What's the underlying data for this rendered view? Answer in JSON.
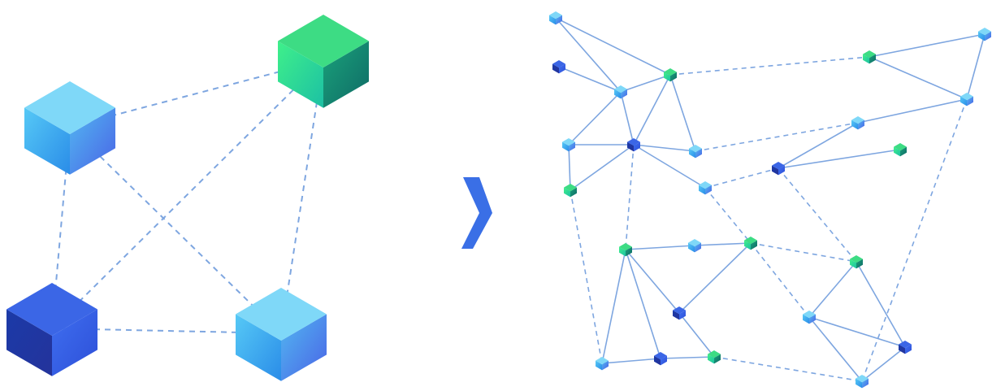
{
  "palette": {
    "blue_top": "#7fd8f8",
    "blue_left": "#2aa7ee",
    "blue_right": "#4f72ea",
    "navy_top": "#3b66e6",
    "navy_left": "#1e3fb0",
    "navy_right": "#2f58e2",
    "green_top": "#3ddc84",
    "green_left": "#22c97a",
    "green_right": "#137a6a",
    "edge_color": "#7ea6e0",
    "arrow_color": "#3a6fe6"
  },
  "centralized": {
    "nodes": [
      {
        "id": "c1",
        "type": "blue"
      },
      {
        "id": "c2",
        "type": "green"
      },
      {
        "id": "c3",
        "type": "navy"
      },
      {
        "id": "c4",
        "type": "blue"
      }
    ],
    "links": [
      [
        "c1",
        "c2"
      ],
      [
        "c1",
        "c3"
      ],
      [
        "c1",
        "c4"
      ],
      [
        "c2",
        "c3"
      ],
      [
        "c2",
        "c4"
      ],
      [
        "c3",
        "c4"
      ]
    ]
  },
  "transition": {
    "icon": "chevron-right-icon"
  },
  "network": {
    "nodes": [
      {
        "id": "n1",
        "type": "blue"
      },
      {
        "id": "n2",
        "type": "navy"
      },
      {
        "id": "n3",
        "type": "blue"
      },
      {
        "id": "n4",
        "type": "green"
      },
      {
        "id": "n5",
        "type": "blue"
      },
      {
        "id": "n6",
        "type": "navy"
      },
      {
        "id": "n7",
        "type": "blue"
      },
      {
        "id": "n8",
        "type": "green"
      },
      {
        "id": "n9",
        "type": "blue"
      },
      {
        "id": "n10",
        "type": "green"
      },
      {
        "id": "n11",
        "type": "blue"
      },
      {
        "id": "n12",
        "type": "blue"
      },
      {
        "id": "n13",
        "type": "blue"
      },
      {
        "id": "n14",
        "type": "green"
      },
      {
        "id": "n15",
        "type": "navy"
      },
      {
        "id": "n16",
        "type": "green"
      },
      {
        "id": "n17",
        "type": "blue"
      },
      {
        "id": "n18",
        "type": "green"
      },
      {
        "id": "n19",
        "type": "green"
      },
      {
        "id": "n20",
        "type": "navy"
      },
      {
        "id": "n21",
        "type": "blue"
      },
      {
        "id": "n22",
        "type": "blue"
      },
      {
        "id": "n23",
        "type": "navy"
      },
      {
        "id": "n24",
        "type": "green"
      },
      {
        "id": "n25",
        "type": "navy"
      },
      {
        "id": "n26",
        "type": "blue"
      }
    ],
    "links": [
      {
        "a": "n1",
        "b": "n3",
        "style": "solid"
      },
      {
        "a": "n1",
        "b": "n4",
        "style": "solid"
      },
      {
        "a": "n2",
        "b": "n3",
        "style": "solid"
      },
      {
        "a": "n3",
        "b": "n4",
        "style": "solid"
      },
      {
        "a": "n3",
        "b": "n5",
        "style": "solid"
      },
      {
        "a": "n3",
        "b": "n6",
        "style": "solid"
      },
      {
        "a": "n4",
        "b": "n6",
        "style": "solid"
      },
      {
        "a": "n4",
        "b": "n7",
        "style": "solid"
      },
      {
        "a": "n5",
        "b": "n6",
        "style": "solid"
      },
      {
        "a": "n5",
        "b": "n8",
        "style": "solid"
      },
      {
        "a": "n6",
        "b": "n7",
        "style": "solid"
      },
      {
        "a": "n6",
        "b": "n8",
        "style": "solid"
      },
      {
        "a": "n6",
        "b": "n9",
        "style": "solid"
      },
      {
        "a": "n4",
        "b": "n10",
        "style": "dashed"
      },
      {
        "a": "n10",
        "b": "n11",
        "style": "solid"
      },
      {
        "a": "n10",
        "b": "n12",
        "style": "solid"
      },
      {
        "a": "n11",
        "b": "n12",
        "style": "solid"
      },
      {
        "a": "n12",
        "b": "n13",
        "style": "solid"
      },
      {
        "a": "n13",
        "b": "n15",
        "style": "solid"
      },
      {
        "a": "n15",
        "b": "n14",
        "style": "solid"
      },
      {
        "a": "n7",
        "b": "n13",
        "style": "dashed"
      },
      {
        "a": "n9",
        "b": "n15",
        "style": "dashed"
      },
      {
        "a": "n12",
        "b": "n26",
        "style": "dashed"
      },
      {
        "a": "n6",
        "b": "n16",
        "style": "dashed"
      },
      {
        "a": "n8",
        "b": "n21",
        "style": "dashed"
      },
      {
        "a": "n9",
        "b": "n18",
        "style": "dashed"
      },
      {
        "a": "n15",
        "b": "n19",
        "style": "dashed"
      },
      {
        "a": "n16",
        "b": "n17",
        "style": "solid"
      },
      {
        "a": "n17",
        "b": "n18",
        "style": "solid"
      },
      {
        "a": "n16",
        "b": "n20",
        "style": "solid"
      },
      {
        "a": "n16",
        "b": "n21",
        "style": "solid"
      },
      {
        "a": "n16",
        "b": "n23",
        "style": "solid"
      },
      {
        "a": "n18",
        "b": "n20",
        "style": "solid"
      },
      {
        "a": "n20",
        "b": "n24",
        "style": "solid"
      },
      {
        "a": "n23",
        "b": "n24",
        "style": "solid"
      },
      {
        "a": "n21",
        "b": "n23",
        "style": "solid"
      },
      {
        "a": "n18",
        "b": "n19",
        "style": "dashed"
      },
      {
        "a": "n18",
        "b": "n22",
        "style": "dashed"
      },
      {
        "a": "n19",
        "b": "n22",
        "style": "solid"
      },
      {
        "a": "n19",
        "b": "n25",
        "style": "solid"
      },
      {
        "a": "n22",
        "b": "n25",
        "style": "solid"
      },
      {
        "a": "n22",
        "b": "n26",
        "style": "solid"
      },
      {
        "a": "n25",
        "b": "n26",
        "style": "solid"
      },
      {
        "a": "n24",
        "b": "n26",
        "style": "dashed"
      }
    ]
  }
}
